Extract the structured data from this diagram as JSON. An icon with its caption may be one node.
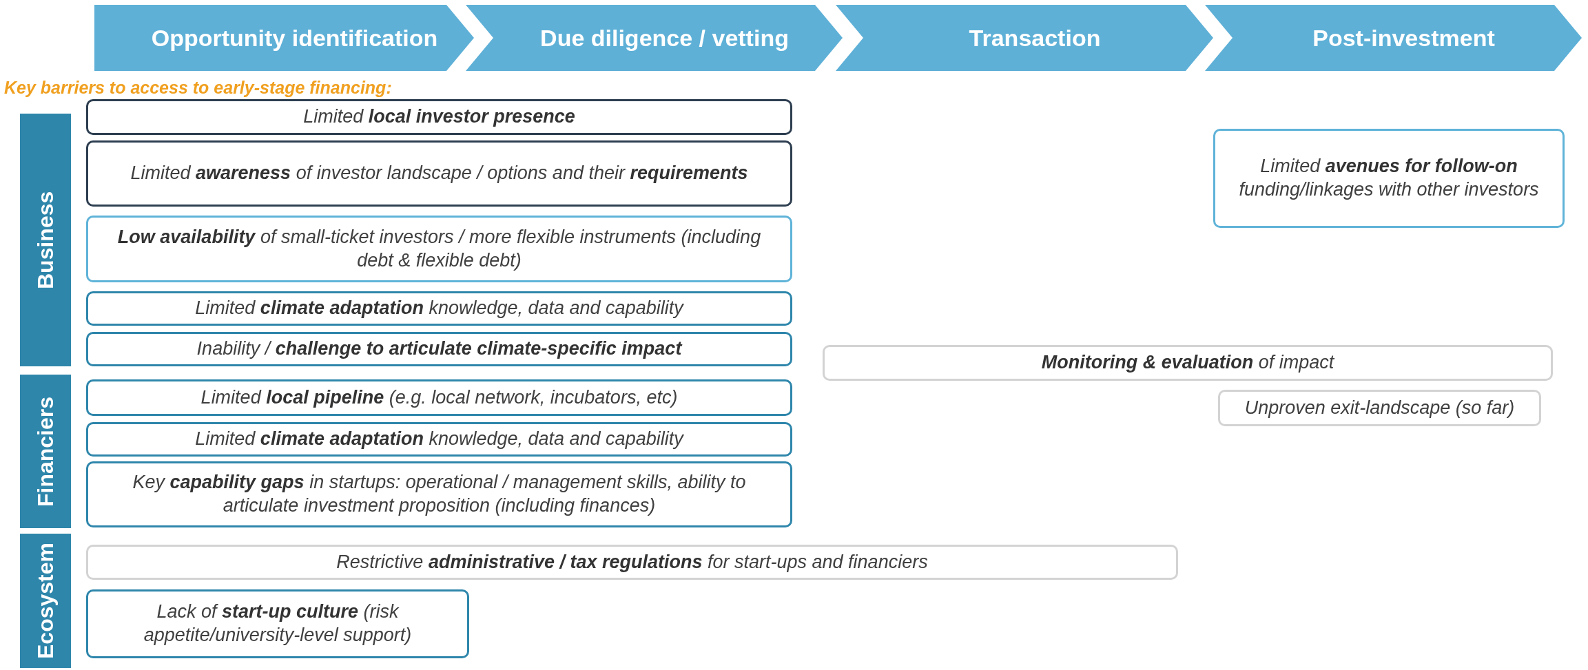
{
  "diagram": {
    "title": "Key barriers to access to early-stage financing:",
    "nodes": [
      {
        "text": [
          "Opportunity identification"
        ]
      },
      {
        "text": [
          "Due diligence / vetting"
        ]
      },
      {
        "text": [
          "Transaction"
        ]
      },
      {
        "text": [
          "Post-investment"
        ]
      },
      {
        "text": [
          "Business"
        ]
      },
      {
        "text": [
          "Limited **local investor presence**"
        ]
      },
      {
        "text": [
          "Limited **awareness** of investor landscape / options and their **requirements**"
        ]
      },
      {
        "text": [
          "**Low availability** of small-ticket investors / more flexible instruments (including debt & flexible debt)"
        ]
      },
      {
        "text": [
          "Limited **climate adaptation** knowledge, data and capability"
        ]
      },
      {
        "text": [
          "Inability / **challenge to articulate climate-specific impact**"
        ]
      },
      {
        "text": [
          "Limited **avenues for follow-on** funding/linkages with other investors"
        ]
      },
      {
        "text": [
          "**Monitoring & evaluation** of impact"
        ]
      },
      {
        "text": [
          "Financiers"
        ]
      },
      {
        "text": [
          "Limited **local pipeline** (e.g. local network, incubators, etc)"
        ]
      },
      {
        "text": [
          "Limited **climate adaptation** knowledge, data and capability"
        ]
      },
      {
        "text": [
          "Key **capability gaps** in startups: operational / management skills, ability to articulate investment proposition (including finances)"
        ]
      },
      {
        "text": [
          "Unproven exit-landscape (so far)"
        ]
      },
      {
        "text": [
          "Ecosystem"
        ]
      },
      {
        "text": [
          "Restrictive **administrative / tax regulations** for start-ups and financiers"
        ]
      },
      {
        "text": [
          "Lack of **start-up culture** (risk appetite/university-level support)"
        ]
      }
    ],
    "edges": []
  }
}
